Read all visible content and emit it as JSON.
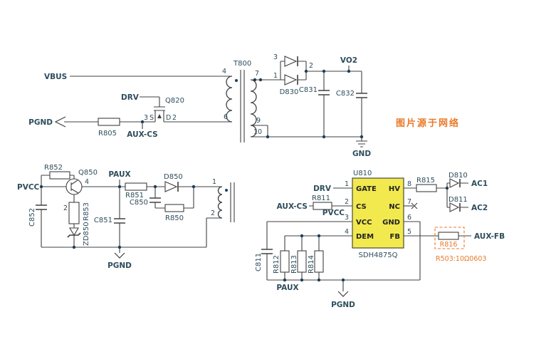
{
  "watermark": "图片源于网络",
  "note": "R503:10Ω0603",
  "nets": {
    "vbus": "VBUS",
    "drv": "DRV",
    "pgnd": "PGND",
    "aux_cs": "AUX-CS",
    "pvcc": "PVCC",
    "paux": "PAUX",
    "vo2": "VO2",
    "gnd": "GND",
    "ac1": "AC1",
    "ac2": "AC2",
    "aux_fb": "AUX-FB"
  },
  "transformer": {
    "ref": "T800",
    "pin4": "4",
    "pin6": "6",
    "pin7": "7",
    "pin9": "9",
    "pin10": "10",
    "aux_pin1": "1",
    "aux_pin2": "2"
  },
  "q820": {
    "ref": "Q820",
    "pin3": "3",
    "s": "S",
    "d": "D",
    "pin2": "2"
  },
  "q850": {
    "ref": "Q850",
    "pin4": "4",
    "pin2": "2"
  },
  "d830": {
    "ref": "D830",
    "pin3": "3",
    "pin1": "1",
    "pin2": "2"
  },
  "parts": {
    "r805": "R805",
    "c831": "C831",
    "c832": "C832",
    "r852": "R852",
    "r853": "R853",
    "zd850": "ZD850",
    "c852": "C852",
    "c851": "C851",
    "r851": "R851",
    "d850": "D850",
    "c850": "C850",
    "r850": "R850",
    "r811": "R811",
    "r815": "R815",
    "d810": "D810",
    "d811": "D811",
    "r816": "R816",
    "c811": "C811",
    "r812": "R812",
    "r813": "R813",
    "r814": "R814"
  },
  "ic": {
    "ref": "U810",
    "part": "SDH4875Q",
    "pins_left": [
      {
        "num": "1",
        "name": "GATE"
      },
      {
        "num": "2",
        "name": "CS"
      },
      {
        "num": "3",
        "name": "VCC"
      },
      {
        "num": "4",
        "name": "DEM"
      }
    ],
    "pins_right": [
      {
        "num": "8",
        "name": "HV"
      },
      {
        "num": "7",
        "name": "NC"
      },
      {
        "num": "6",
        "name": "GND"
      },
      {
        "num": "5",
        "name": "FB"
      }
    ]
  },
  "colors": {
    "orange": "#e87a2a",
    "ic_fill": "#f2e94e",
    "wire": "#404040",
    "text": "#2e4d5c"
  }
}
